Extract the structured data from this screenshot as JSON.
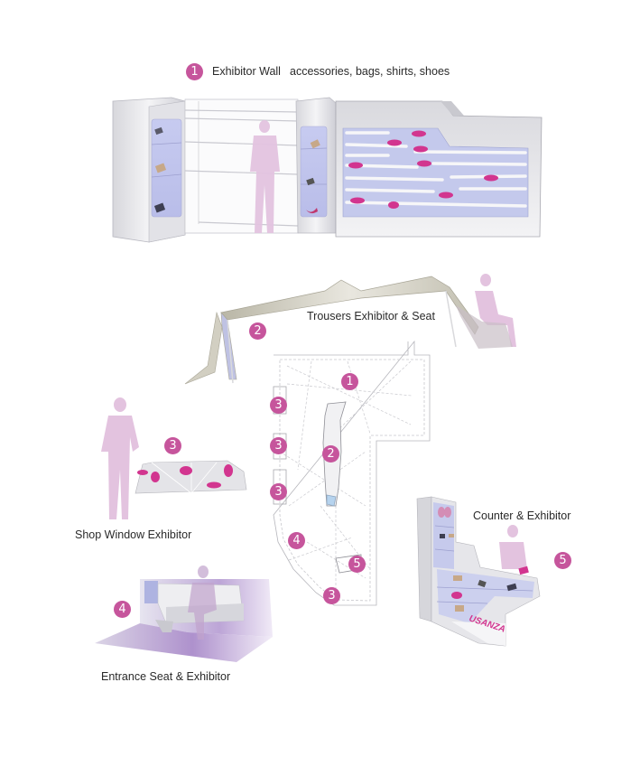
{
  "colors": {
    "badge": "#c6559c",
    "figure": "#e3c3df",
    "glass": "#c9cdf0",
    "panel": "#e9e9ec",
    "shoe": "#d2358f",
    "floor_purple": "#a37fc6"
  },
  "header": {
    "badge": "1",
    "title": "Exhibitor Wall",
    "subtitle": "accessories, bags, shirts, shoes"
  },
  "exhibits": [
    {
      "id": "exhibitor-wall",
      "badge": "1",
      "label": "Exhibitor Wall"
    },
    {
      "id": "trousers-exhibitor",
      "badge": "2",
      "label": "Trousers Exhibitor & Seat"
    },
    {
      "id": "shop-window",
      "badge": "3",
      "label": "Shop Window Exhibitor"
    },
    {
      "id": "entrance-seat",
      "badge": "4",
      "label": "Entrance Seat & Exhibitor"
    },
    {
      "id": "counter",
      "badge": "5",
      "label": "Counter & Exhibitor"
    }
  ],
  "floor_plan": {
    "markers": [
      "1",
      "3",
      "2",
      "3",
      "3",
      "4",
      "5",
      "3"
    ]
  },
  "brand": "USANZA"
}
